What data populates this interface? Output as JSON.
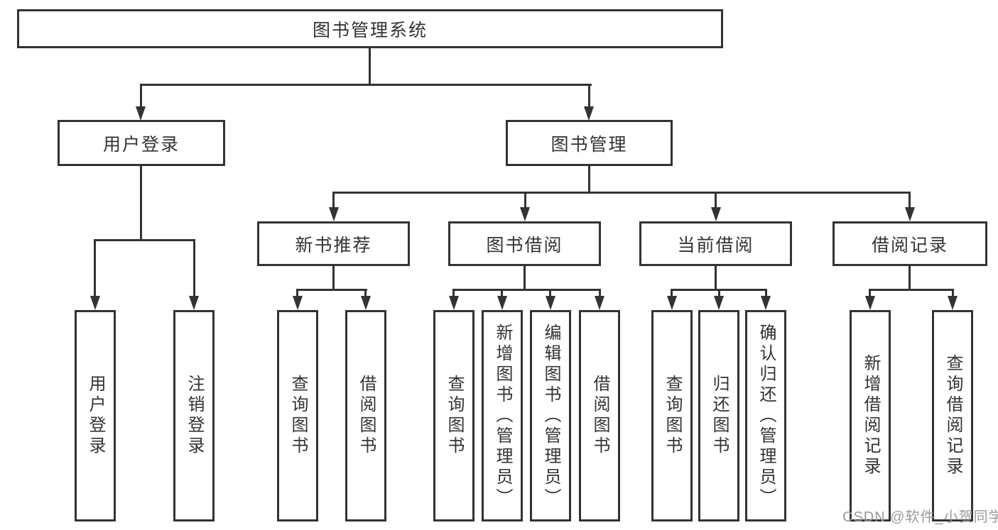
{
  "root": {
    "label": "图书管理系统"
  },
  "branches": [
    {
      "label": "用户登录",
      "leaves": [
        "用户登录",
        "注销登录"
      ]
    },
    {
      "label": "图书管理",
      "subbranches": [
        {
          "label": "新书推荐",
          "leaves": [
            "查询图书",
            "借阅图书"
          ]
        },
        {
          "label": "图书借阅",
          "leaves": [
            "查询图书",
            "新增图书（管理员）",
            "编辑图书（管理员）",
            "借阅图书"
          ]
        },
        {
          "label": "当前借阅",
          "leaves": [
            "查询图书",
            "归还图书",
            "确认归还（管理员）"
          ]
        },
        {
          "label": "借阅记录",
          "leaves": [
            "新增借阅记录",
            "查询借阅记录"
          ]
        }
      ]
    }
  ],
  "watermark": "CSDN @软件_小贺同学",
  "colors": {
    "line": "#333333",
    "text": "#333333",
    "watermark": "#9b9b9e",
    "background": "#ffffff"
  }
}
